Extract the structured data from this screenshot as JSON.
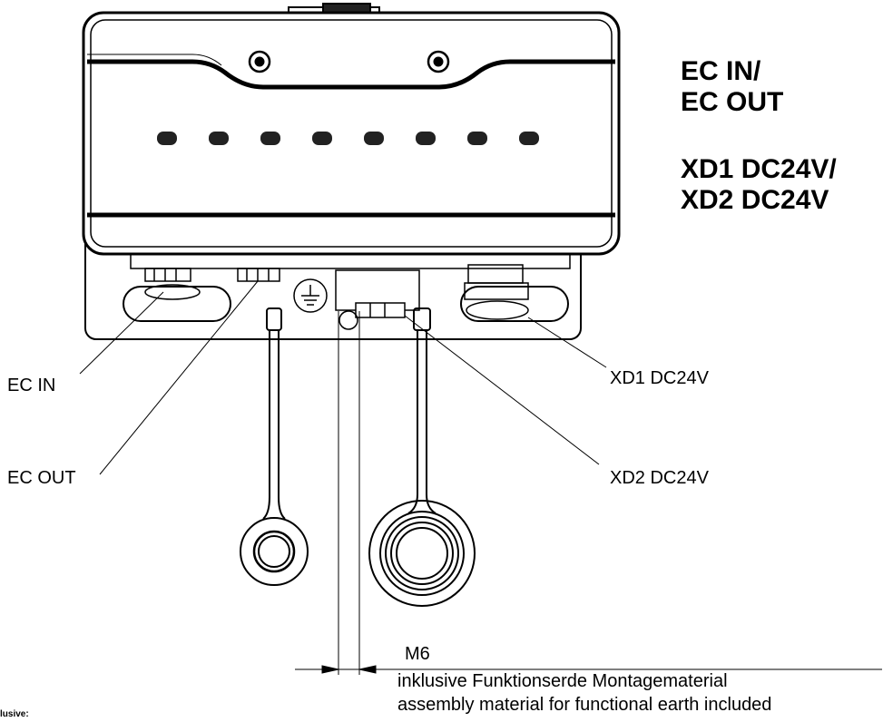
{
  "legend": {
    "line1": "EC IN/",
    "line2": "EC OUT",
    "line3": "XD1 DC24V/",
    "line4": "XD2 DC24V"
  },
  "labels": {
    "ec_in": "EC IN",
    "ec_out": "EC OUT",
    "xd1": "XD1 DC24V",
    "xd2": "XD2 DC24V"
  },
  "dimension": {
    "thread": "M6",
    "note_de": "inklusive Funktionserde Montagematerial",
    "note_en": "assembly material for functional earth included"
  },
  "cut_text": "lusive:"
}
